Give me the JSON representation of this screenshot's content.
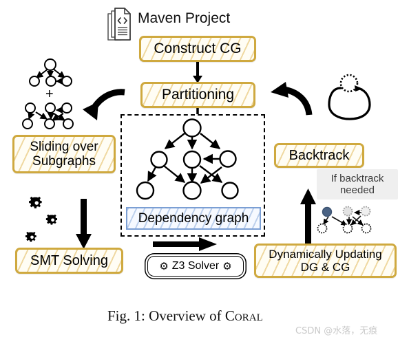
{
  "figure": {
    "caption_prefix": "Fig. 1: Overview of ",
    "caption_name": "Coral",
    "watermark": "CSDN @水落，无痕"
  },
  "nodes": {
    "maven_project_label": "Maven Project",
    "construct_cg": "Construct CG",
    "partitioning": "Partitioning",
    "dependency_graph": "Dependency graph",
    "sliding_over_subgraphs_line1": "Sliding over",
    "sliding_over_subgraphs_line2": "Subgraphs",
    "smt_solving": "SMT Solving",
    "z3_solver": "Z3 Solver",
    "backtrack": "Backtrack",
    "if_backtrack_line1": "If backtrack",
    "if_backtrack_line2": "needed",
    "dynamically_updating_line1": "Dynamically Updating",
    "dynamically_updating_line2": "DG & CG",
    "plus_sign": "+"
  },
  "icons": {
    "maven": "code-document-icon",
    "gear": "⚙",
    "loop": "self-loop-icon",
    "subgraph_top": "subgraph-icon",
    "subgraph_bottom": "subgraph-icon",
    "backtrack_subgraph": "dotted-subgraph-icon"
  },
  "colors": {
    "gold_border": "#cfa93f",
    "gold_hatch": "#e2ba5c",
    "blue_border": "#7b9fd4",
    "blue_hatch": "#789ed6",
    "arrow": "#000000",
    "gray_label_bg": "#efefef",
    "node_highlight": "#4a6283"
  },
  "chart_data": {
    "type": "diagram",
    "title": "Overview of Coral",
    "dependency_graph": {
      "nodes": [
        "n0",
        "n1",
        "n2",
        "n3",
        "n4",
        "n5",
        "n6"
      ],
      "edges": [
        [
          "n0",
          "n1"
        ],
        [
          "n0",
          "n2"
        ],
        [
          "n0",
          "n3"
        ],
        [
          "n1",
          "n4"
        ],
        [
          "n1",
          "n5"
        ],
        [
          "n2",
          "n5"
        ],
        [
          "n2",
          "n6"
        ],
        [
          "n3",
          "n2"
        ],
        [
          "n3",
          "n5"
        ]
      ]
    },
    "flow_edges": [
      [
        "Construct CG",
        "Partitioning"
      ],
      [
        "Partitioning",
        "Dependency graph"
      ],
      [
        "Partitioning",
        "Sliding over Subgraphs"
      ],
      [
        "Sliding over Subgraphs",
        "SMT Solving"
      ],
      [
        "SMT Solving",
        "Z3 Solver"
      ],
      [
        "Z3 Solver",
        "Dynamically Updating DG & CG"
      ],
      [
        "Dynamically Updating DG & CG",
        "Backtrack"
      ],
      [
        "Backtrack",
        "Partitioning"
      ]
    ]
  }
}
